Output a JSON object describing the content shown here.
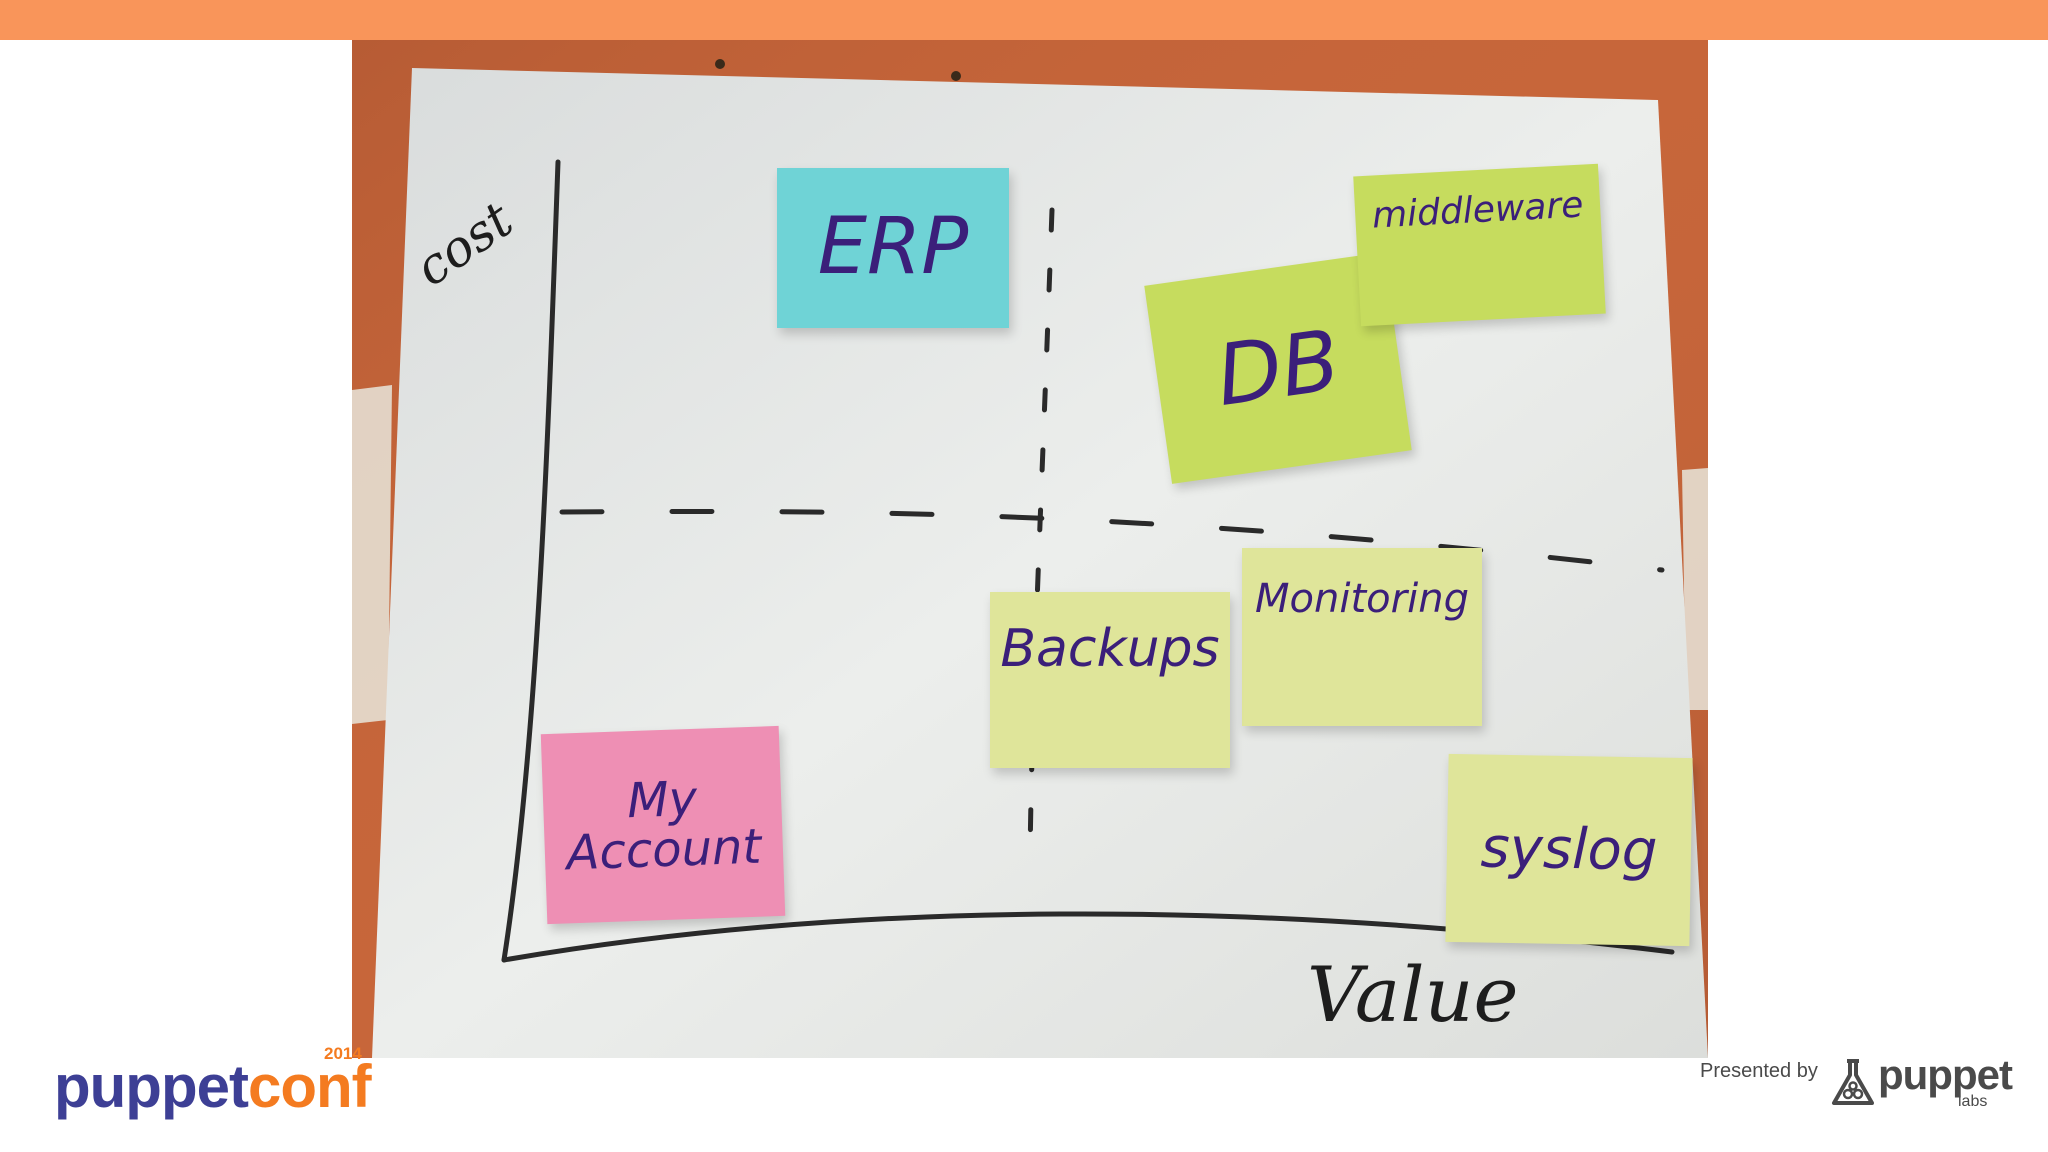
{
  "colors": {
    "top_bar": "#f9955a",
    "table": "#c5643a",
    "paper": "#e4e6e4",
    "ink": "#2a2a2a",
    "note_ink": "#3b1f7a",
    "note_blue": "#6fd3d6",
    "note_green": "#c6dc5e",
    "note_yellow": "#dfe59a",
    "note_pink": "#ee8fb4"
  },
  "axes": {
    "y_label": "cost",
    "x_label": "Value"
  },
  "notes": [
    {
      "id": "erp",
      "text": "ERP",
      "color": "note_blue"
    },
    {
      "id": "db",
      "text": "DB",
      "color": "note_green"
    },
    {
      "id": "middleware",
      "text": "middleware",
      "color": "note_green"
    },
    {
      "id": "monitoring",
      "text": "Monitoring",
      "color": "note_yellow"
    },
    {
      "id": "backups",
      "text": "Backups",
      "color": "note_yellow"
    },
    {
      "id": "my_account",
      "text_line1": "My",
      "text_line2": "Account",
      "color": "note_pink"
    },
    {
      "id": "syslog",
      "text": "syslog",
      "color": "note_yellow"
    }
  ],
  "footer": {
    "logo_part1": "puppet",
    "logo_part2": "conf",
    "year": "2014",
    "presented_by": "Presented by",
    "labs_logo": "puppet",
    "labs_sub": "labs"
  }
}
